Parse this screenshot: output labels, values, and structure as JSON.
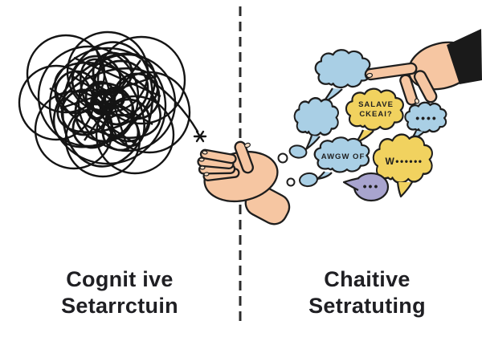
{
  "colors": {
    "background": "#FFFFFF",
    "bubble_blue": "#A9CFE5",
    "bubble_yellow": "#F1D25F",
    "bubble_purple": "#A8A4CE",
    "skin": "#F6C6A2",
    "nail": "#F8E0C8",
    "outline": "#1E1E1E",
    "sleeve_black": "#1A1A1A",
    "caption_text": "#1F1F23"
  },
  "divider": {
    "style": "vertical-dashed-line"
  },
  "left_panel": {
    "icon": "tangled-scribble-ball",
    "caption_line1": "Cognit ive",
    "caption_line2": "Setarrctuin"
  },
  "right_panel": {
    "icon": "speech-bubbles-with-hands",
    "caption_line1": "Chaitive",
    "caption_line2": "Setratuting",
    "bubbles": {
      "salave_line1": "SALAVE",
      "salave_line2": "CKEAI?",
      "awgw": "AWGW OF",
      "w_dots": "W••••••",
      "dots4": "••••",
      "dots3": "•••"
    }
  }
}
